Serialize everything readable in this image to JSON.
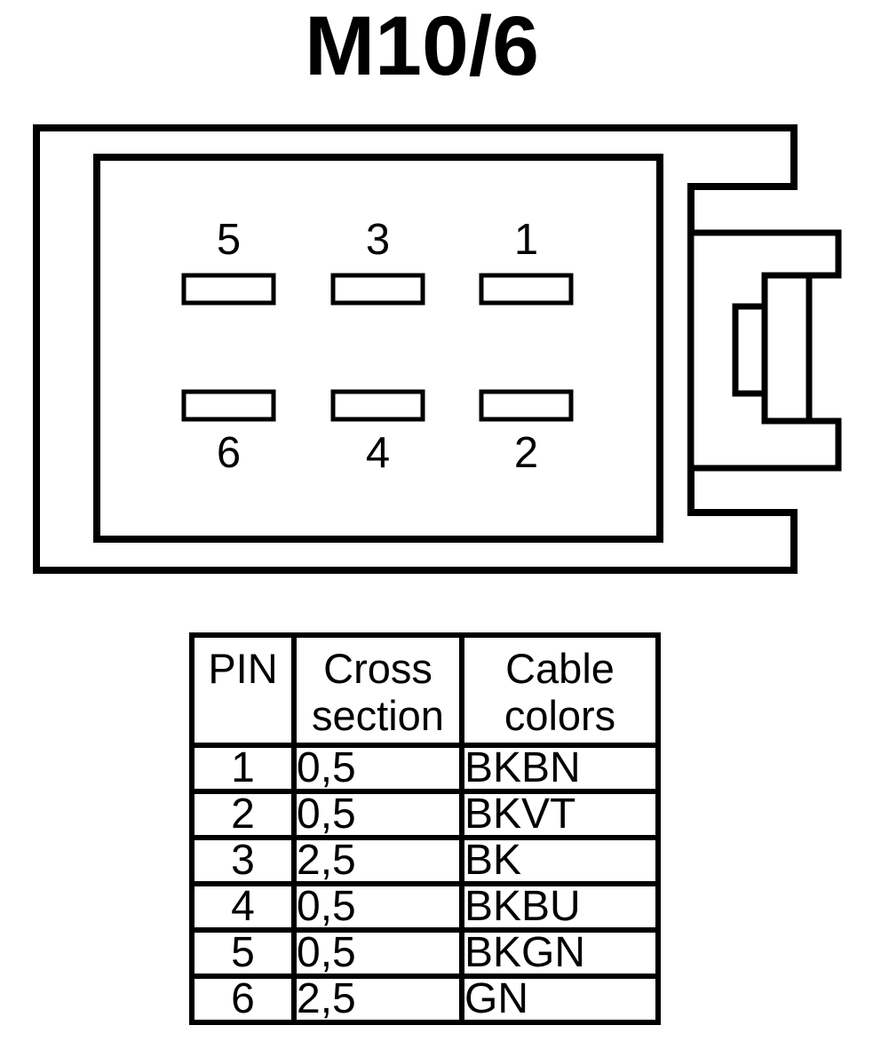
{
  "title": "M10/6",
  "connector": {
    "pin_labels": [
      "5",
      "3",
      "1",
      "6",
      "4",
      "2"
    ]
  },
  "table": {
    "headers": {
      "pin": "PIN",
      "cross_section": "Cross section",
      "cable_colors": "Cable colors"
    },
    "rows": [
      {
        "pin": "1",
        "cross_section": "0,5",
        "cable_color": "BKBN"
      },
      {
        "pin": "2",
        "cross_section": "0,5",
        "cable_color": "BKVT"
      },
      {
        "pin": "3",
        "cross_section": "2,5",
        "cable_color": "BK"
      },
      {
        "pin": "4",
        "cross_section": "0,5",
        "cable_color": "BKBU"
      },
      {
        "pin": "5",
        "cross_section": "0,5",
        "cable_color": "BKGN"
      },
      {
        "pin": "6",
        "cross_section": "2,5",
        "cable_color": "GN"
      }
    ]
  },
  "colors": {
    "line": "#000000",
    "background": "#ffffff"
  }
}
